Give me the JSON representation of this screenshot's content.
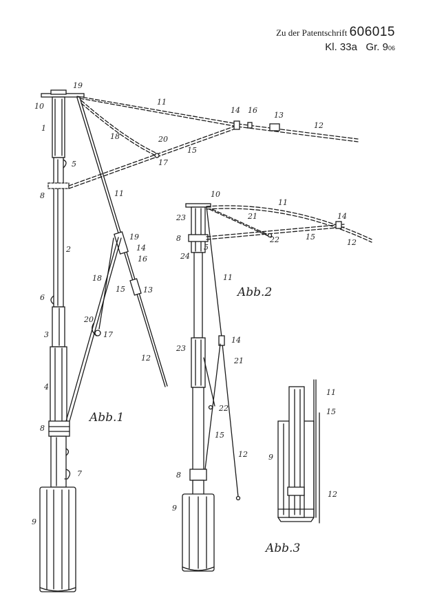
{
  "header": {
    "prefix": "Zu der Patentschrift",
    "patent_number": "606015",
    "class_label": "Kl. 33a",
    "group_label": "Gr. 9",
    "group_sub": "06"
  },
  "figures": {
    "fig1": {
      "caption": "Abb.1",
      "refs": [
        "10",
        "19",
        "11",
        "14",
        "16",
        "13",
        "12",
        "1",
        "18",
        "20",
        "15",
        "5",
        "17",
        "8",
        "11",
        "19",
        "2",
        "14",
        "16",
        "18",
        "15",
        "13",
        "6",
        "20",
        "17",
        "3",
        "12",
        "4",
        "8",
        "7",
        "9"
      ]
    },
    "fig2": {
      "caption": "Abb.2",
      "refs": [
        "10",
        "11",
        "23",
        "21",
        "14",
        "8",
        "22",
        "15",
        "12",
        "24",
        "5",
        "11",
        "14",
        "23",
        "21",
        "22",
        "15",
        "12",
        "8",
        "9"
      ]
    },
    "fig3": {
      "caption": "Abb.3",
      "refs": [
        "11",
        "15",
        "9",
        "12"
      ]
    }
  }
}
